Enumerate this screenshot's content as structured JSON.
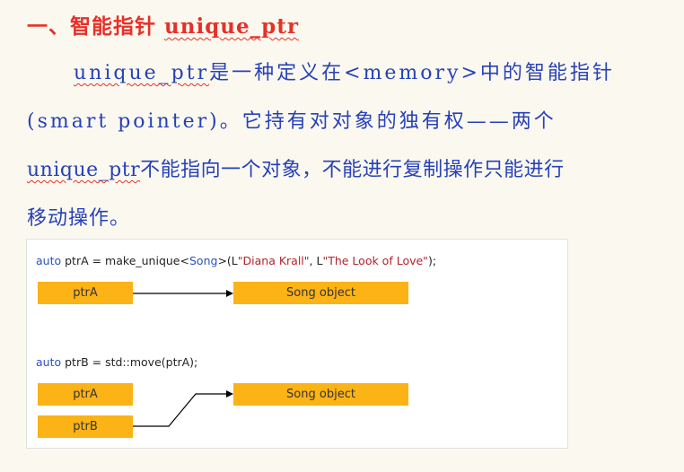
{
  "heading": {
    "prefix": "一、智能指针 ",
    "term": "unique_ptr"
  },
  "paragraph": {
    "line1": {
      "term": "unique_ptr",
      "rest": "是一种定义在<memory>中的智能指针"
    },
    "line2": "(smart pointer)。它持有对对象的独有权——两个",
    "line3": {
      "term": "unique_ptr",
      "rest": "不能指向一个对象，不能进行复制操作只能进行"
    },
    "line4": "移动操作。"
  },
  "diagram": {
    "code1": {
      "kw": "auto",
      "a": " ptrA = make_unique<",
      "type": "Song",
      "b": ">(L",
      "s1": "\"Diana Krall\"",
      "c": ", L",
      "s2": "\"The Look of Love\"",
      "d": ");"
    },
    "code2": {
      "kw": "auto",
      "a": " ptrB = std::move(ptrA);"
    },
    "box_ptrA_top": "ptrA",
    "box_song_top": "Song object",
    "box_ptrA_bottom": "ptrA",
    "box_song_bottom": "Song object",
    "box_ptrB": "ptrB",
    "colors": {
      "box": "#fcb316",
      "arrow": "#000000"
    }
  }
}
